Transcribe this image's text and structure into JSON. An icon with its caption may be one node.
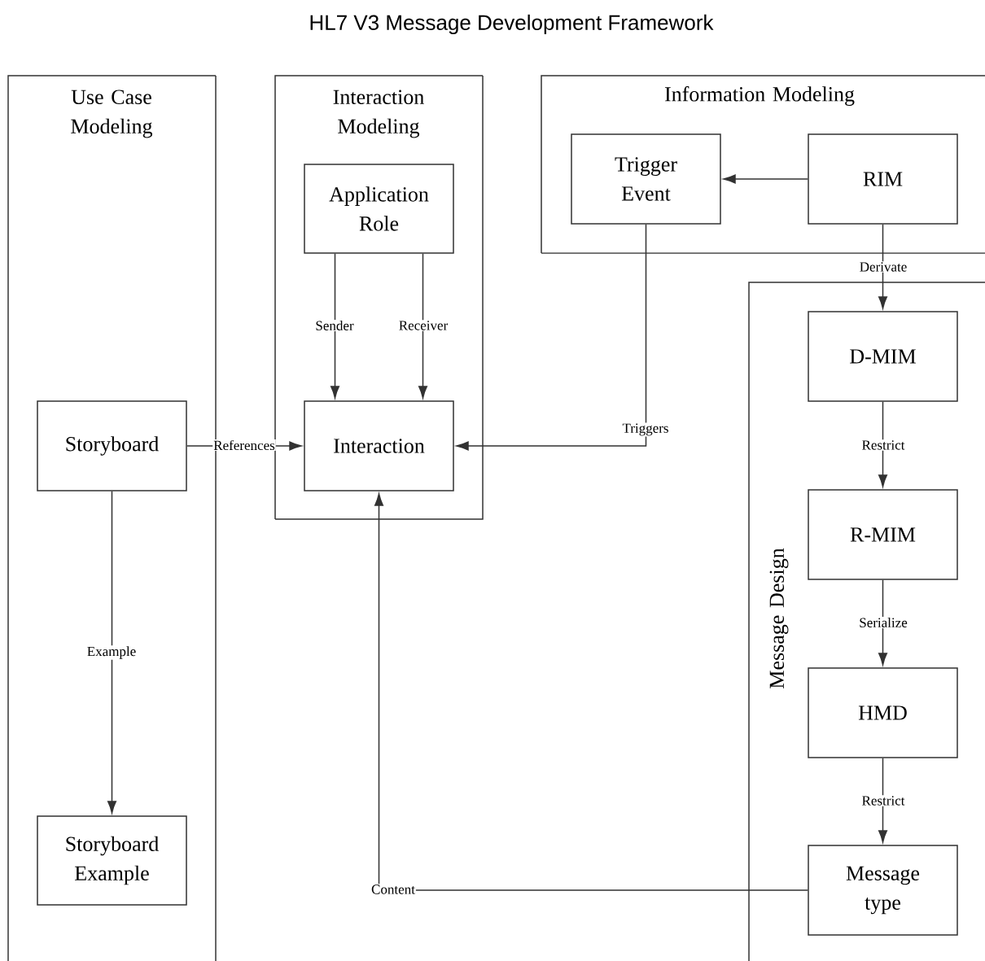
{
  "diagram": {
    "title": "HL7 V3 Message Development Framework",
    "nodes": [
      {
        "text": [
          "Use Case Modeling"
        ]
      },
      {
        "text": [
          "Interaction Modeling"
        ]
      },
      {
        "text": [
          "Application Role"
        ],
        "in": 1
      },
      {
        "text": [
          "Interaction"
        ],
        "in": 1
      },
      {
        "text": [
          "Information Modeling"
        ]
      },
      {
        "text": [
          "Trigger Event"
        ],
        "in": 4
      },
      {
        "text": [
          "RIM"
        ],
        "in": 4
      },
      {
        "text": [
          "Message Design"
        ]
      },
      {
        "text": [
          "D-MIM"
        ],
        "in": 7
      },
      {
        "text": [
          "R-MIM"
        ],
        "in": 7
      },
      {
        "text": [
          "HMD"
        ],
        "in": 7
      },
      {
        "text": [
          "Message type"
        ],
        "in": 7
      },
      {
        "text": [
          "Storyboard"
        ],
        "in": 0
      },
      {
        "text": [
          "Storyboard Example"
        ],
        "in": 0
      }
    ],
    "edges": [
      {
        "from": 6,
        "to": 5,
        "arrow": "to"
      },
      {
        "from": 6,
        "to": 8,
        "arrow": "to",
        "label": "Derivate"
      },
      {
        "from": 2,
        "to": 3,
        "arrow": "to",
        "label": "Sender"
      },
      {
        "from": 2,
        "to": 3,
        "arrow": "to",
        "label": "Receiver"
      },
      {
        "from": 5,
        "to": 3,
        "arrow": "to",
        "label": "Triggers"
      },
      {
        "from": 12,
        "to": 3,
        "arrow": "to",
        "label": "References"
      },
      {
        "from": 8,
        "to": 9,
        "arrow": "to",
        "label": "Restrict"
      },
      {
        "from": 9,
        "to": 10,
        "arrow": "to",
        "label": "Serialize"
      },
      {
        "from": 10,
        "to": 11,
        "arrow": "to",
        "label": "Restrict"
      },
      {
        "from": 12,
        "to": 13,
        "arrow": "to",
        "label": "Example"
      },
      {
        "from": 11,
        "to": 3,
        "arrow": "to",
        "label": "Content"
      }
    ]
  }
}
